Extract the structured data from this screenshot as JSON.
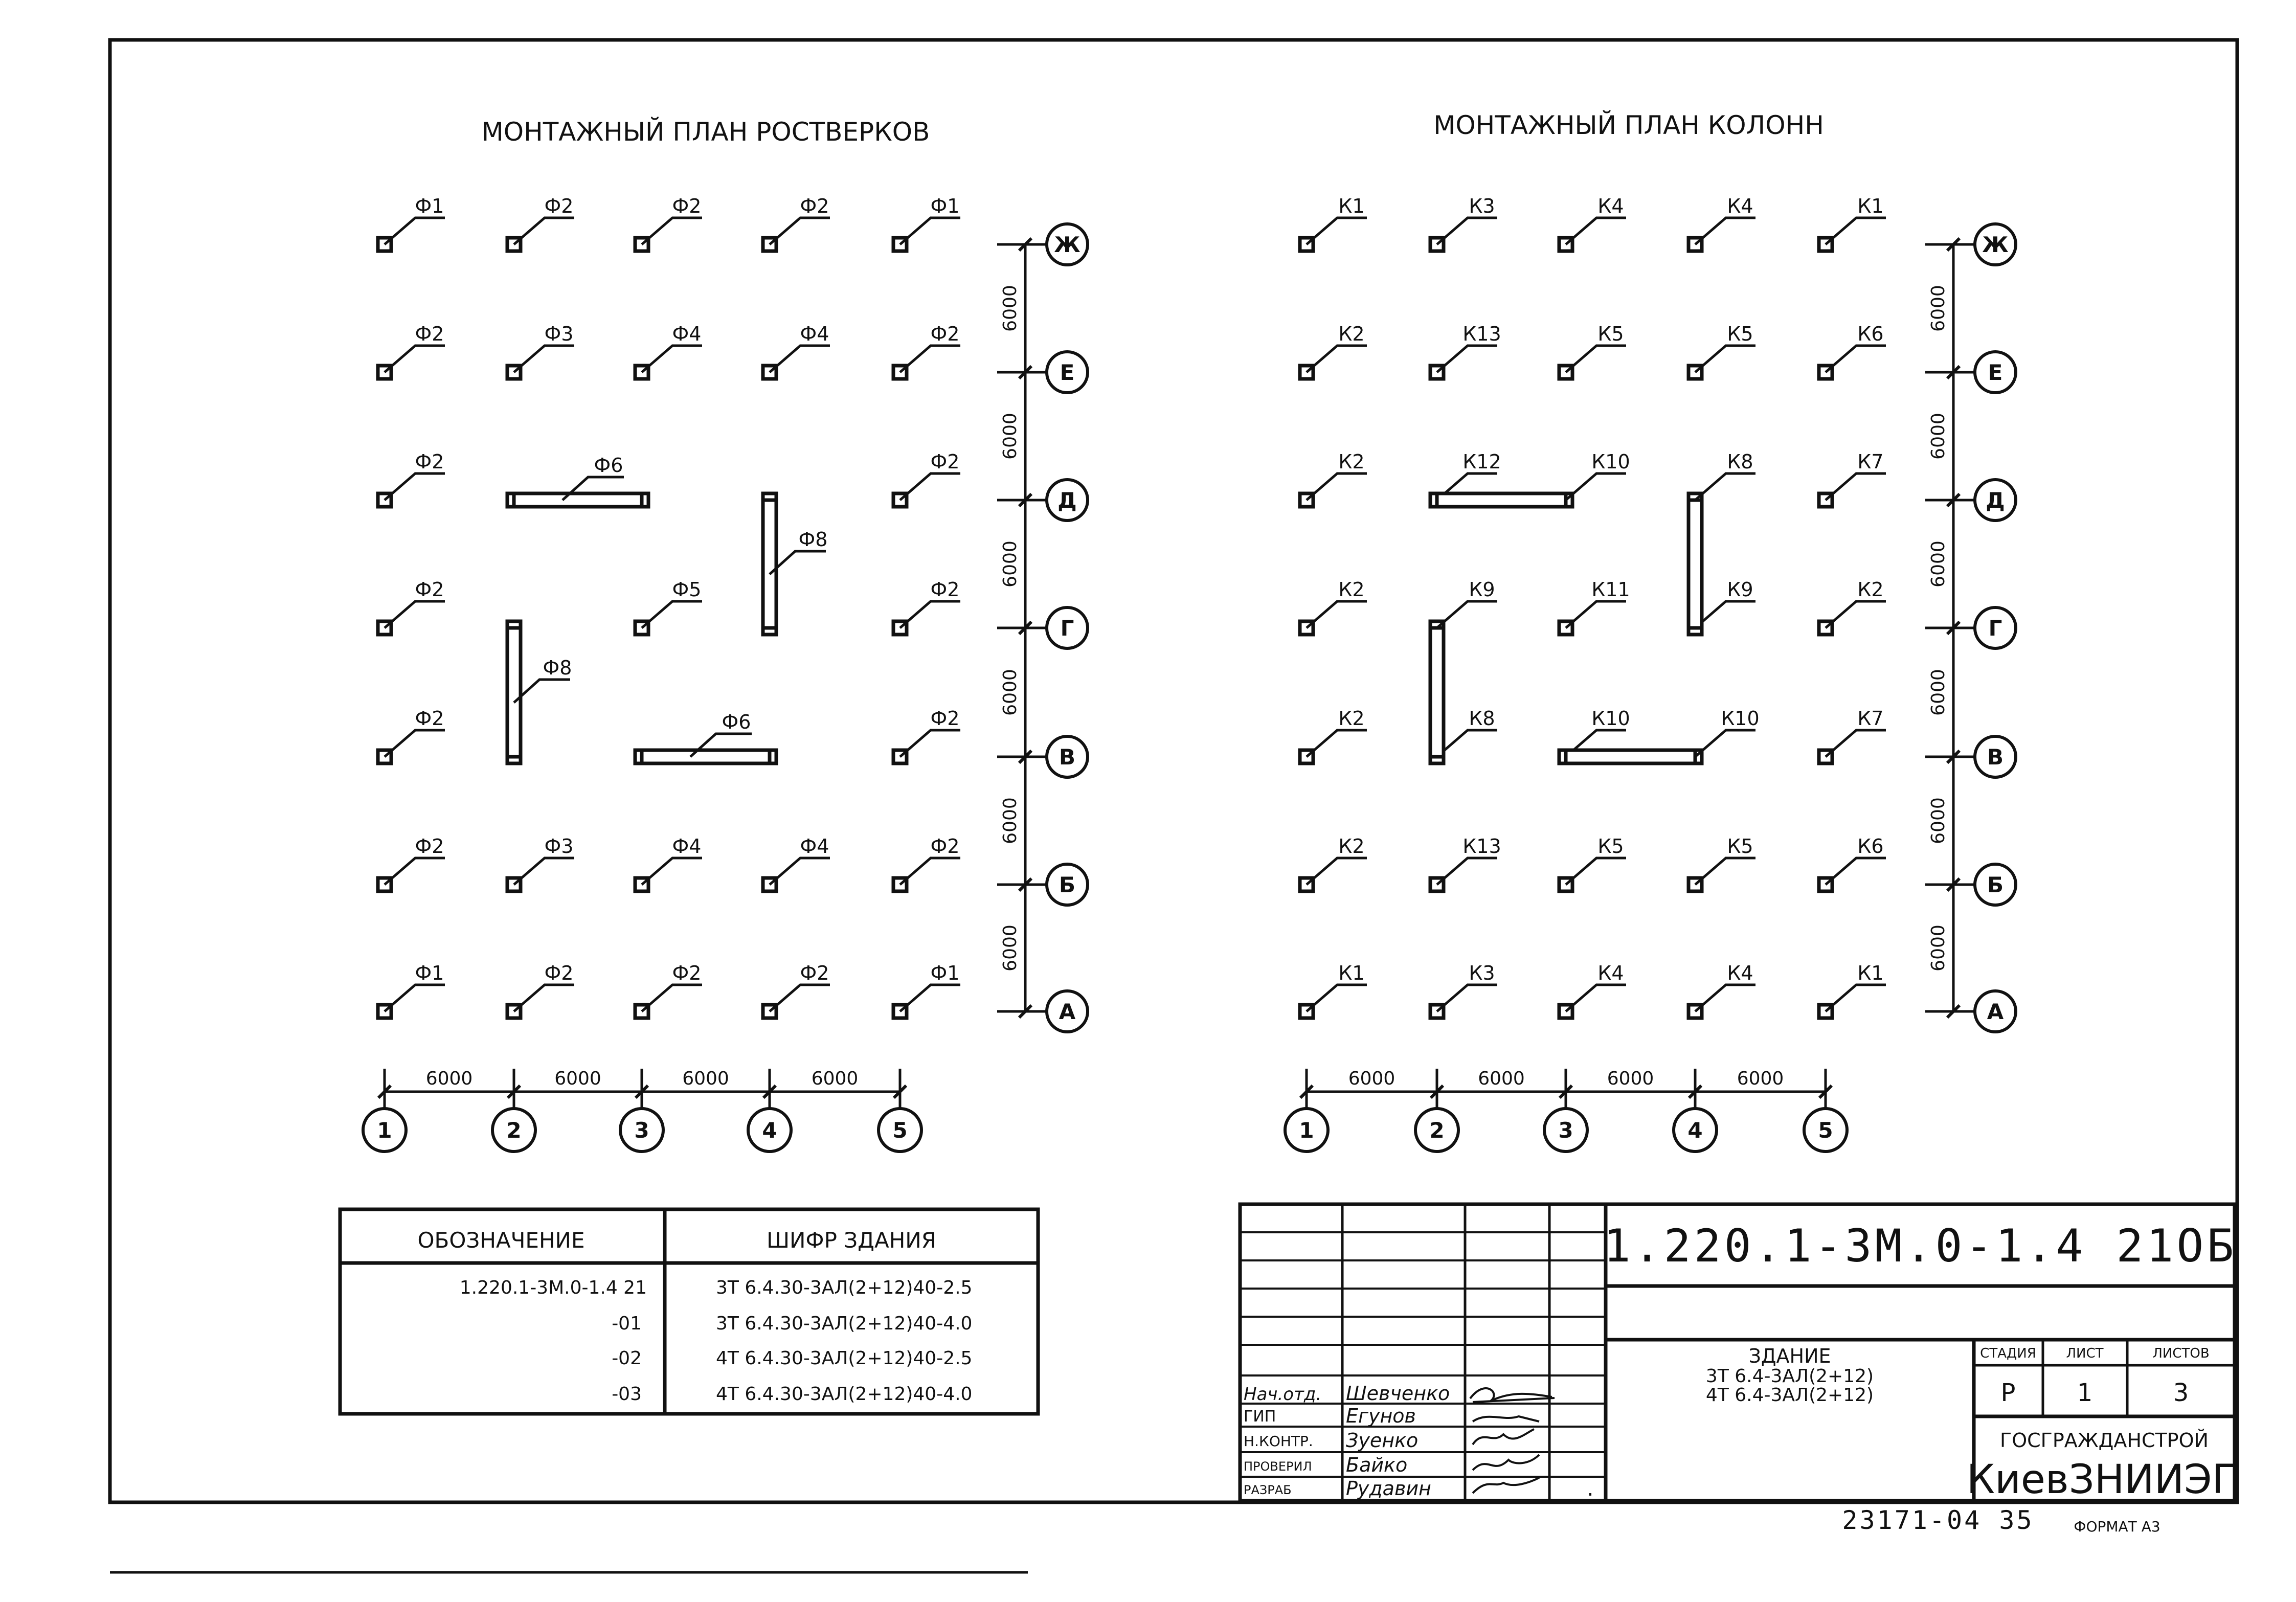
{
  "roof_plan": {
    "title": "МОНТАЖНЫЙ ПЛАН РОСТВЕРКОВ",
    "grid": [
      [
        "Ф1",
        "Ф2",
        "Ф2",
        "Ф2",
        "Ф1"
      ],
      [
        "Ф2",
        "Ф3",
        "Ф4",
        "Ф4",
        "Ф2"
      ],
      [
        "Ф2",
        "",
        "",
        "",
        "Ф2"
      ],
      [
        "Ф2",
        "",
        "Ф5",
        "",
        "Ф2"
      ],
      [
        "Ф2",
        "",
        "",
        "",
        "Ф2"
      ],
      [
        "Ф2",
        "Ф3",
        "Ф4",
        "Ф4",
        "Ф2"
      ],
      [
        "Ф1",
        "Ф2",
        "Ф2",
        "Ф2",
        "Ф1"
      ]
    ],
    "beams": [
      {
        "label": "Ф6",
        "orient": "h",
        "row": 2,
        "from": 1,
        "to": 2
      },
      {
        "label": "Ф8",
        "orient": "v",
        "col": 3,
        "from": 2,
        "to": 3
      },
      {
        "label": "Ф8",
        "orient": "v",
        "col": 1,
        "from": 3,
        "to": 4
      },
      {
        "label": "Ф6",
        "orient": "h",
        "row": 4,
        "from": 2,
        "to": 3
      }
    ]
  },
  "column_plan": {
    "title": "МОНТАЖНЫЙ ПЛАН КОЛОНН",
    "grid": [
      [
        "К1",
        "К3",
        "К4",
        "К4",
        "К1"
      ],
      [
        "К2",
        "К13",
        "К5",
        "К5",
        "К6"
      ],
      [
        "К2",
        "К12",
        "К10",
        "К8",
        "К7"
      ],
      [
        "К2",
        "К9",
        "К11",
        "К9",
        "К2"
      ],
      [
        "К2",
        "К8",
        "К10",
        "К10",
        "К7"
      ],
      [
        "К2",
        "К13",
        "К5",
        "К5",
        "К6"
      ],
      [
        "К1",
        "К3",
        "К4",
        "К4",
        "К1"
      ]
    ],
    "beams": [
      {
        "orient": "h",
        "row": 2,
        "from": 1,
        "to": 2
      },
      {
        "orient": "v",
        "col": 3,
        "from": 2,
        "to": 3
      },
      {
        "orient": "v",
        "col": 1,
        "from": 3,
        "to": 4
      },
      {
        "orient": "h",
        "row": 4,
        "from": 2,
        "to": 3
      }
    ]
  },
  "axes": {
    "letters": [
      "Ж",
      "Е",
      "Д",
      "Г",
      "В",
      "Б",
      "А"
    ],
    "numbers": [
      "1",
      "2",
      "3",
      "4",
      "5"
    ],
    "spacing": "6000"
  },
  "designation_table": {
    "headers": [
      "ОБОЗНАЧЕНИЕ",
      "ШИФР ЗДАНИЯ"
    ],
    "rows": [
      [
        "1.220.1-3М.0-1.4 21",
        "3Т 6.4.30-3АЛ(2+12)40-2.5"
      ],
      [
        "-01",
        "3Т 6.4.30-3АЛ(2+12)40-4.0"
      ],
      [
        "-02",
        "4Т 6.4.30-3АЛ(2+12)40-2.5"
      ],
      [
        "-03",
        "4Т 6.4.30-3АЛ(2+12)40-4.0"
      ]
    ]
  },
  "title_block": {
    "code": "1.220.1-3М.0-1.4 21ОБ",
    "building_title": "ЗДАНИЕ",
    "building_lines": [
      "3Т 6.4-3АЛ(2+12)",
      "4Т 6.4-3АЛ(2+12)"
    ],
    "stage_headers": [
      "СТАДИЯ",
      "ЛИСТ",
      "ЛИСТОВ"
    ],
    "stage_values": [
      "Р",
      "1",
      "3"
    ],
    "org_top": "ГОСГРАЖДАНСТРОЙ",
    "org_name": "КиевЗНИИЭП",
    "staff": [
      {
        "role": "Нач.отд.",
        "name": "Шевченко"
      },
      {
        "role": "ГИП",
        "name": "Егунов"
      },
      {
        "role": "Н.КОНТР.",
        "name": "Зуенко"
      },
      {
        "role": "ПРОВЕРИЛ",
        "name": "Байко"
      },
      {
        "role": "РАЗРАБ",
        "name": "Рудавин"
      }
    ],
    "dot": "."
  },
  "footer": {
    "doc_number": "23171-04 35",
    "format": "ФОРМАТ А3"
  }
}
